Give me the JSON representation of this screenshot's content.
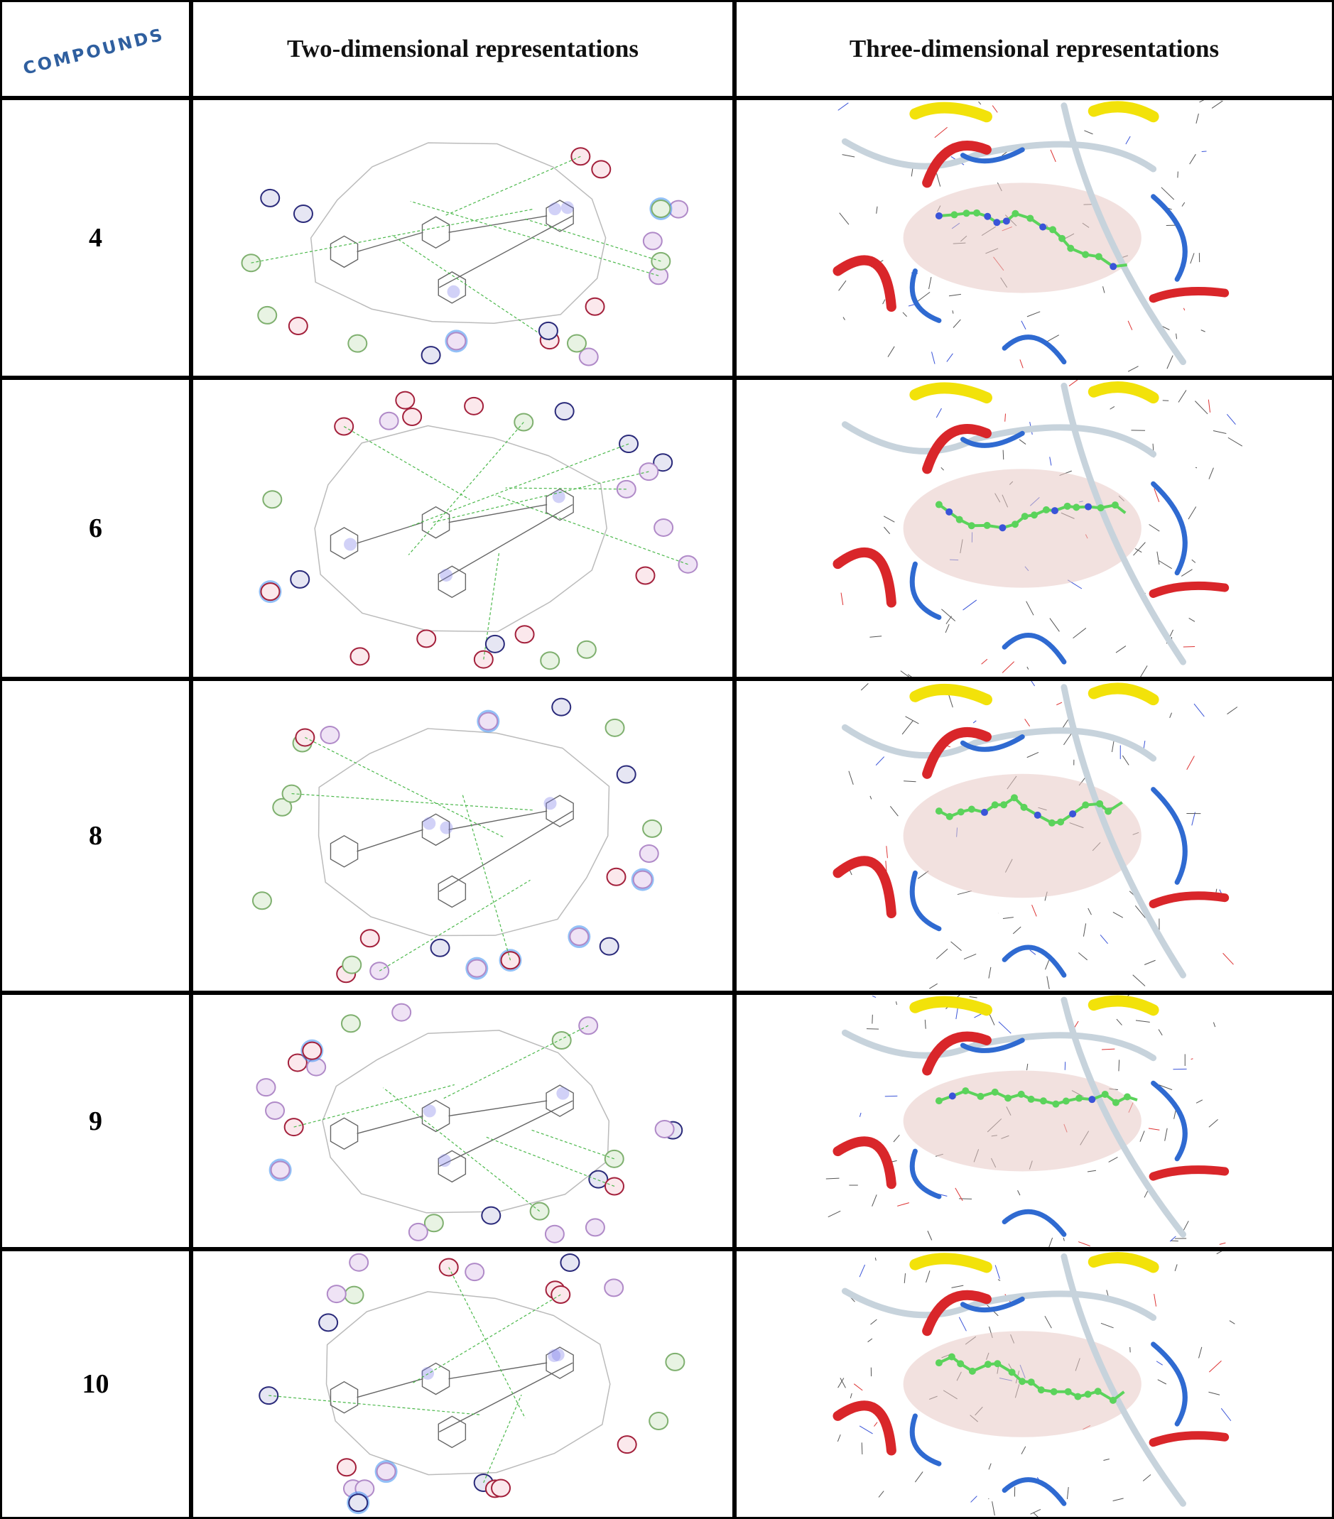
{
  "header": {
    "compounds_logo": "COMPOUNDS",
    "col_2d": "Two-dimensional representations",
    "col_3d": "Three-dimensional representations"
  },
  "rows": [
    {
      "compound": "4"
    },
    {
      "compound": "6"
    },
    {
      "compound": "8"
    },
    {
      "compound": "9"
    },
    {
      "compound": "10"
    }
  ],
  "colors": {
    "helix_red": "#d9262a",
    "strand_yellow": "#f2e20a",
    "loop_blue": "#2f6ad1",
    "coil_grey": "#c7d3dc",
    "ligand_green": "#5bd35b",
    "surface_pink": "#e8c9c4",
    "residue_purple": "#b08ac8",
    "residue_red": "#a3203b",
    "residue_green": "#7fb06f",
    "residue_navy": "#2a2a7a"
  }
}
